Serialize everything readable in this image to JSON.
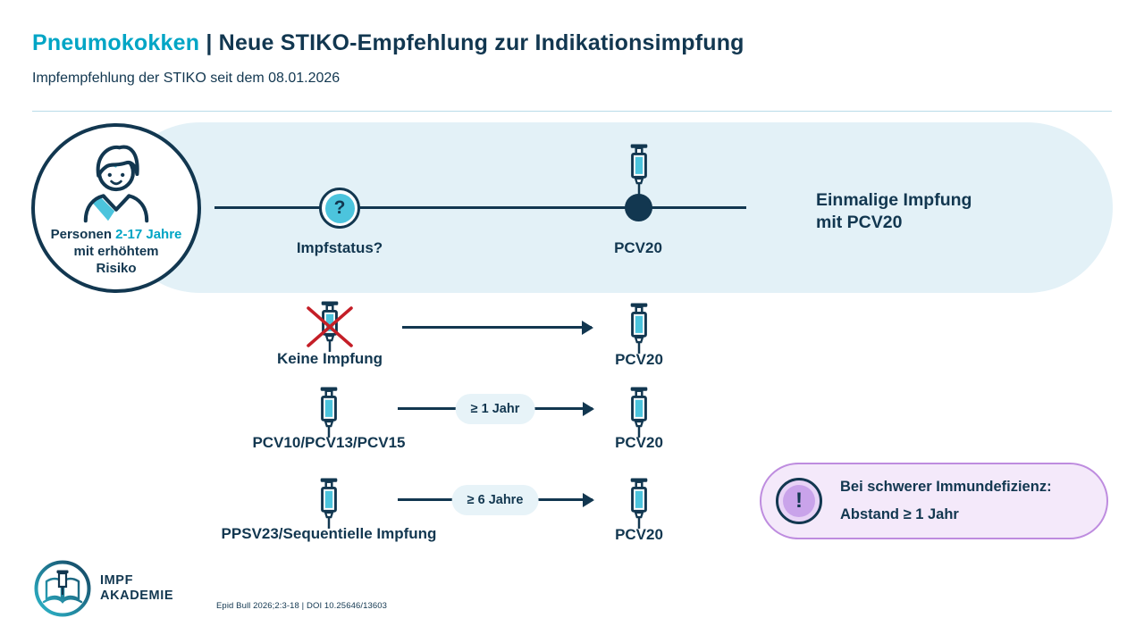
{
  "header": {
    "title_highlight": "Pneumokokken",
    "title_rest": "| Neue STIKO-Empfehlung zur Indikationsimpfung",
    "subtitle": "Impfempfehlung der STIKO seit dem 08.01.2026"
  },
  "audience": {
    "line1_pre": "Personen",
    "line1_highlight": "2-17 Jahre",
    "line2": "mit erhöhtem",
    "line3": "Risiko"
  },
  "timeline": {
    "question_glyph": "?",
    "question_label": "Impfstatus?",
    "event_label": "PCV20",
    "result_line1": "Einmalige Impfung",
    "result_line2": "mit PCV20"
  },
  "rows": [
    {
      "source_label": "Keine Impfung",
      "target_label": "PCV20"
    },
    {
      "source_label": "PCV10/PCV13/PCV15",
      "badge": "≥ 1 Jahr",
      "target_label": "PCV20"
    },
    {
      "source_label": "PPSV23/Sequentielle Impfung",
      "badge": "≥ 6 Jahre",
      "target_label": "PCV20"
    }
  ],
  "note": {
    "alert_glyph": "!",
    "line1": "Bei schwerer Immundefizienz:",
    "line2": "Abstand ≥ 1 Jahr"
  },
  "footer": {
    "logo_line1": "IMPF",
    "logo_line2": "AKADEMIE",
    "citation": "Epid Bull 2026;2:3-18 | DOI 10.25646/13603"
  },
  "colors": {
    "accent_teal": "#00A5C5",
    "icon_teal": "#4CC4DD",
    "navy": "#123750",
    "banner_blue": "#E3F1F7",
    "badge_blue": "#E7F3F8",
    "note_bg": "#F4E9FA",
    "note_border": "#BE8CDF",
    "note_icon_fill": "#C9A3EA",
    "cross_red": "#C41E27"
  }
}
